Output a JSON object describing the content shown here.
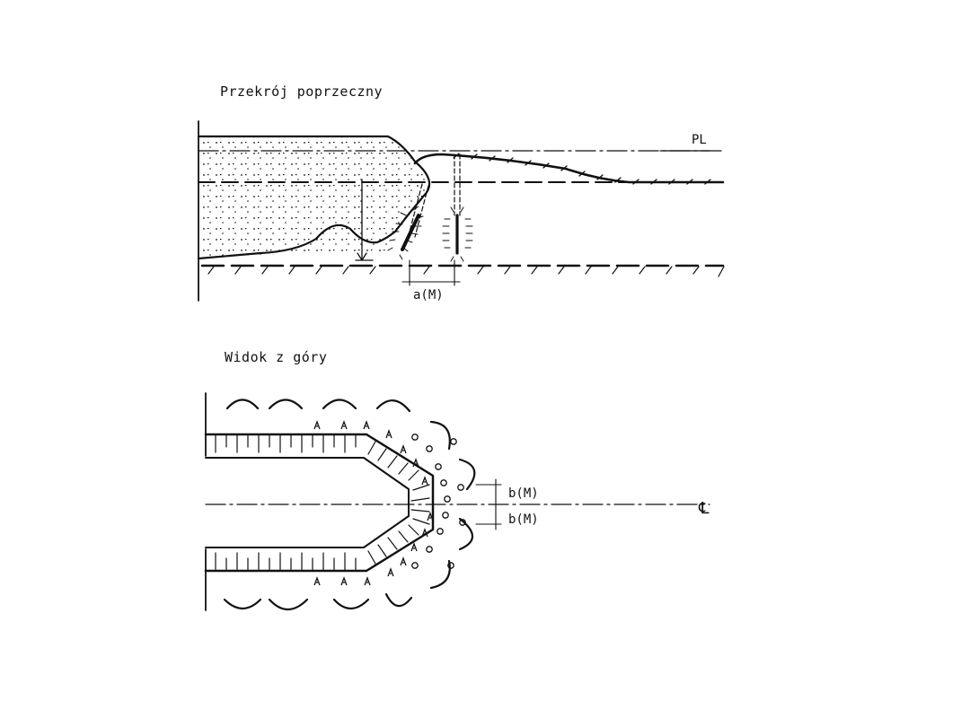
{
  "section_title": "Przekrój poprzeczny",
  "plan_title": "Widok z góry",
  "labels": {
    "water_level": "PL",
    "spacing_a": "a(M)",
    "spacing_b_upper": "b(M)",
    "spacing_b_lower": "b(M)",
    "centerline": "℄"
  }
}
